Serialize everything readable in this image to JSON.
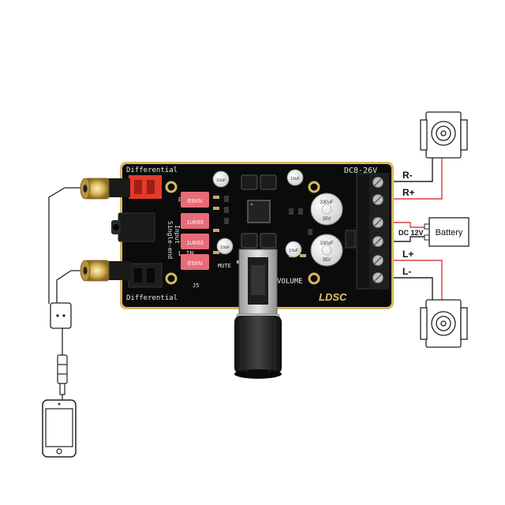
{
  "board": {
    "voltage_label": "DC8-26V",
    "brand": "LDSC",
    "volume_label": "VOLUME",
    "top_label": "Differential",
    "bottom_label": "Differential",
    "single_end_label": "Single-end",
    "input_label": "Input",
    "r_in_label": "R_IN",
    "l_in_label": "L_IN",
    "mute_label": "MUTE",
    "j5_label": "J5",
    "cap_codes": [
      "E9XN",
      "1UK63",
      "1UK63",
      "E9XN"
    ],
    "big_cap_text": "330uF",
    "big_cap_v": "35V",
    "small_cap_text": "10uF"
  },
  "wiring": {
    "r_minus": "R-",
    "r_plus": "R+",
    "dc_label": "DC 12V",
    "battery_label": "Battery",
    "l_plus": "L+",
    "l_minus": "L-"
  },
  "colors": {
    "pcb": "#0b0b0b",
    "gold": "#d8b860",
    "red_wire": "#d9413b",
    "header_red": "#e23a2c",
    "cap_pink": "#e86b78"
  },
  "icons": [
    "speaker-icon",
    "speaker-icon",
    "smartphone-icon",
    "audio-plug-icon",
    "rca-jack-icon",
    "volume-knob-icon"
  ]
}
